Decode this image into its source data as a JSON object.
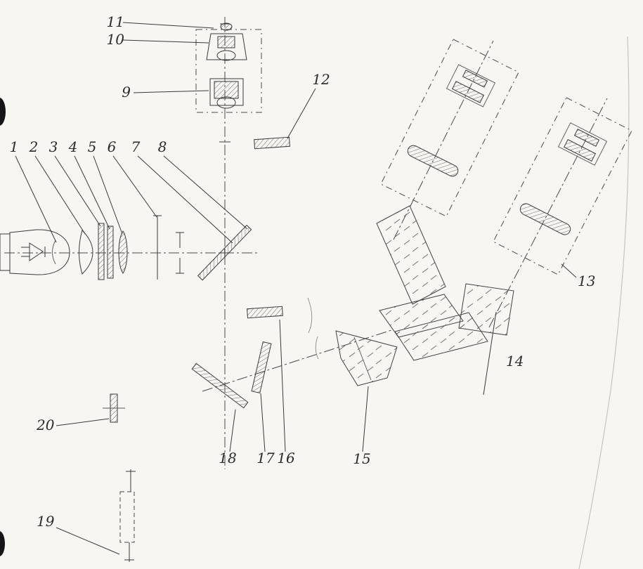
{
  "page": {
    "paper_color": "#f7f6f2",
    "ink_color": "#3a3a3a"
  },
  "diagram": {
    "kind": "optical-system-schematic",
    "labels": {
      "n1": "1",
      "n2": "2",
      "n3": "3",
      "n4": "4",
      "n5": "5",
      "n6": "6",
      "n7": "7",
      "n8": "8",
      "n9": "9",
      "n10": "10",
      "n11": "11",
      "n12": "12",
      "n13": "13",
      "n14": "14",
      "n15": "15",
      "n16": "16",
      "n17": "17",
      "n18": "18",
      "n19": "19",
      "n20": "20"
    }
  }
}
